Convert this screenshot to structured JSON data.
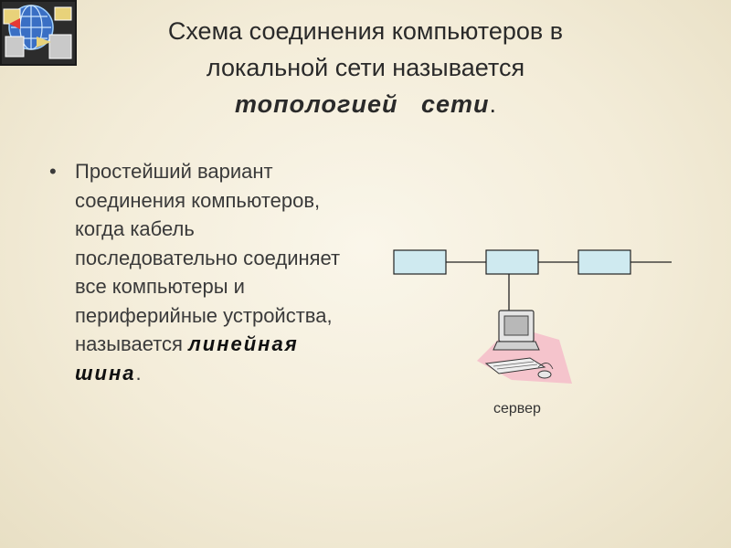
{
  "slide": {
    "title_line1": "Схема соединения компьютеров в",
    "title_line2": "локальной сети называется",
    "title_emphasis": "топологией   сети",
    "title_end": ".",
    "bullet_marker": "•",
    "bullet_text": "Простейший вариант соединения компьютеров, когда кабель последовательно соединяет все компьютеры и периферийные устройства, называется",
    "bullet_emphasis": "линейная шина",
    "bullet_end": ".",
    "server_label": "сервер"
  },
  "icons": {
    "logo": "network-computers-icon",
    "server": "desktop-computer-icon"
  },
  "colors": {
    "node_fill": "#cfeaf0",
    "server_pad": "#f5c4cc",
    "background": "#f5efdd"
  }
}
